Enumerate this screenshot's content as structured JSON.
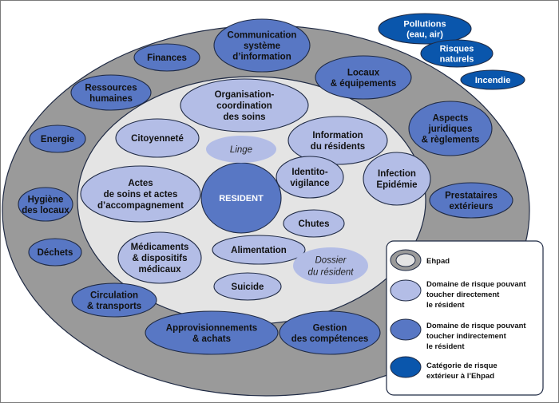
{
  "colors": {
    "outer_ring": "#9a9a9a",
    "inner_domain": "#e4e4e4",
    "direct": "#b3bde6",
    "indirect": "#5877c4",
    "exterior": "#0a56ac",
    "stroke": "#1f2a44"
  },
  "center": {
    "lines": [
      "RESIDENT"
    ]
  },
  "inner_domains": [
    {
      "id": "organisation",
      "lines": [
        "Organisation-",
        "coordination",
        "des soins"
      ]
    },
    {
      "id": "citoyennete",
      "lines": [
        "Citoyenneté"
      ]
    },
    {
      "id": "information",
      "lines": [
        "Information",
        "du résidents"
      ]
    },
    {
      "id": "actes",
      "lines": [
        "Actes",
        "de soins et actes",
        "d’accompagnement"
      ]
    },
    {
      "id": "identito",
      "lines": [
        "Identito-",
        "vigilance"
      ]
    },
    {
      "id": "infection",
      "lines": [
        "Infection",
        "Epidémie"
      ]
    },
    {
      "id": "chutes",
      "lines": [
        "Chutes"
      ]
    },
    {
      "id": "medicaments",
      "lines": [
        "Médicaments",
        "& dispositifs",
        "médicaux"
      ]
    },
    {
      "id": "alimentation",
      "lines": [
        "Alimentation"
      ]
    },
    {
      "id": "suicide",
      "lines": [
        "Suicide"
      ]
    }
  ],
  "italic_domains": [
    {
      "id": "linge",
      "lines": [
        "Linge"
      ]
    },
    {
      "id": "dossier",
      "lines": [
        "Dossier",
        "du résident"
      ]
    }
  ],
  "outer_domains": [
    {
      "id": "communication",
      "lines": [
        "Communication",
        "système",
        "d’information"
      ]
    },
    {
      "id": "finances",
      "lines": [
        "Finances"
      ]
    },
    {
      "id": "locaux",
      "lines": [
        "Locaux",
        "& équipements"
      ]
    },
    {
      "id": "ressources",
      "lines": [
        "Ressources",
        "humaines"
      ]
    },
    {
      "id": "aspects",
      "lines": [
        "Aspects",
        "juridiques",
        "& règlements"
      ]
    },
    {
      "id": "energie",
      "lines": [
        "Energie"
      ]
    },
    {
      "id": "prestataires",
      "lines": [
        "Prestataires",
        "extérieurs"
      ]
    },
    {
      "id": "hygiene",
      "lines": [
        "Hygiène",
        "des locaux"
      ]
    },
    {
      "id": "dechets",
      "lines": [
        "Déchets"
      ]
    },
    {
      "id": "circulation",
      "lines": [
        "Circulation",
        "& transports"
      ]
    },
    {
      "id": "approvisionnements",
      "lines": [
        "Approvisionnements",
        "& achats"
      ]
    },
    {
      "id": "gestion",
      "lines": [
        "Gestion",
        "des compétences"
      ]
    }
  ],
  "exterior": [
    {
      "id": "pollutions",
      "lines": [
        "Pollutions",
        "(eau, air)"
      ]
    },
    {
      "id": "risques",
      "lines": [
        "Risques",
        "naturels"
      ]
    },
    {
      "id": "incendie",
      "lines": [
        "Incendie"
      ]
    }
  ],
  "legend": [
    {
      "id": "ehpad",
      "lines": [
        "Ehpad"
      ]
    },
    {
      "id": "direct",
      "lines": [
        "Domaine de risque pouvant",
        "toucher directement",
        "le résident"
      ]
    },
    {
      "id": "indirect",
      "lines": [
        "Domaine de risque pouvant",
        "toucher indirectement",
        "le résident"
      ]
    },
    {
      "id": "exterieur",
      "lines": [
        "Catégorie de risque",
        "extérieur à l’Ehpad"
      ]
    }
  ]
}
